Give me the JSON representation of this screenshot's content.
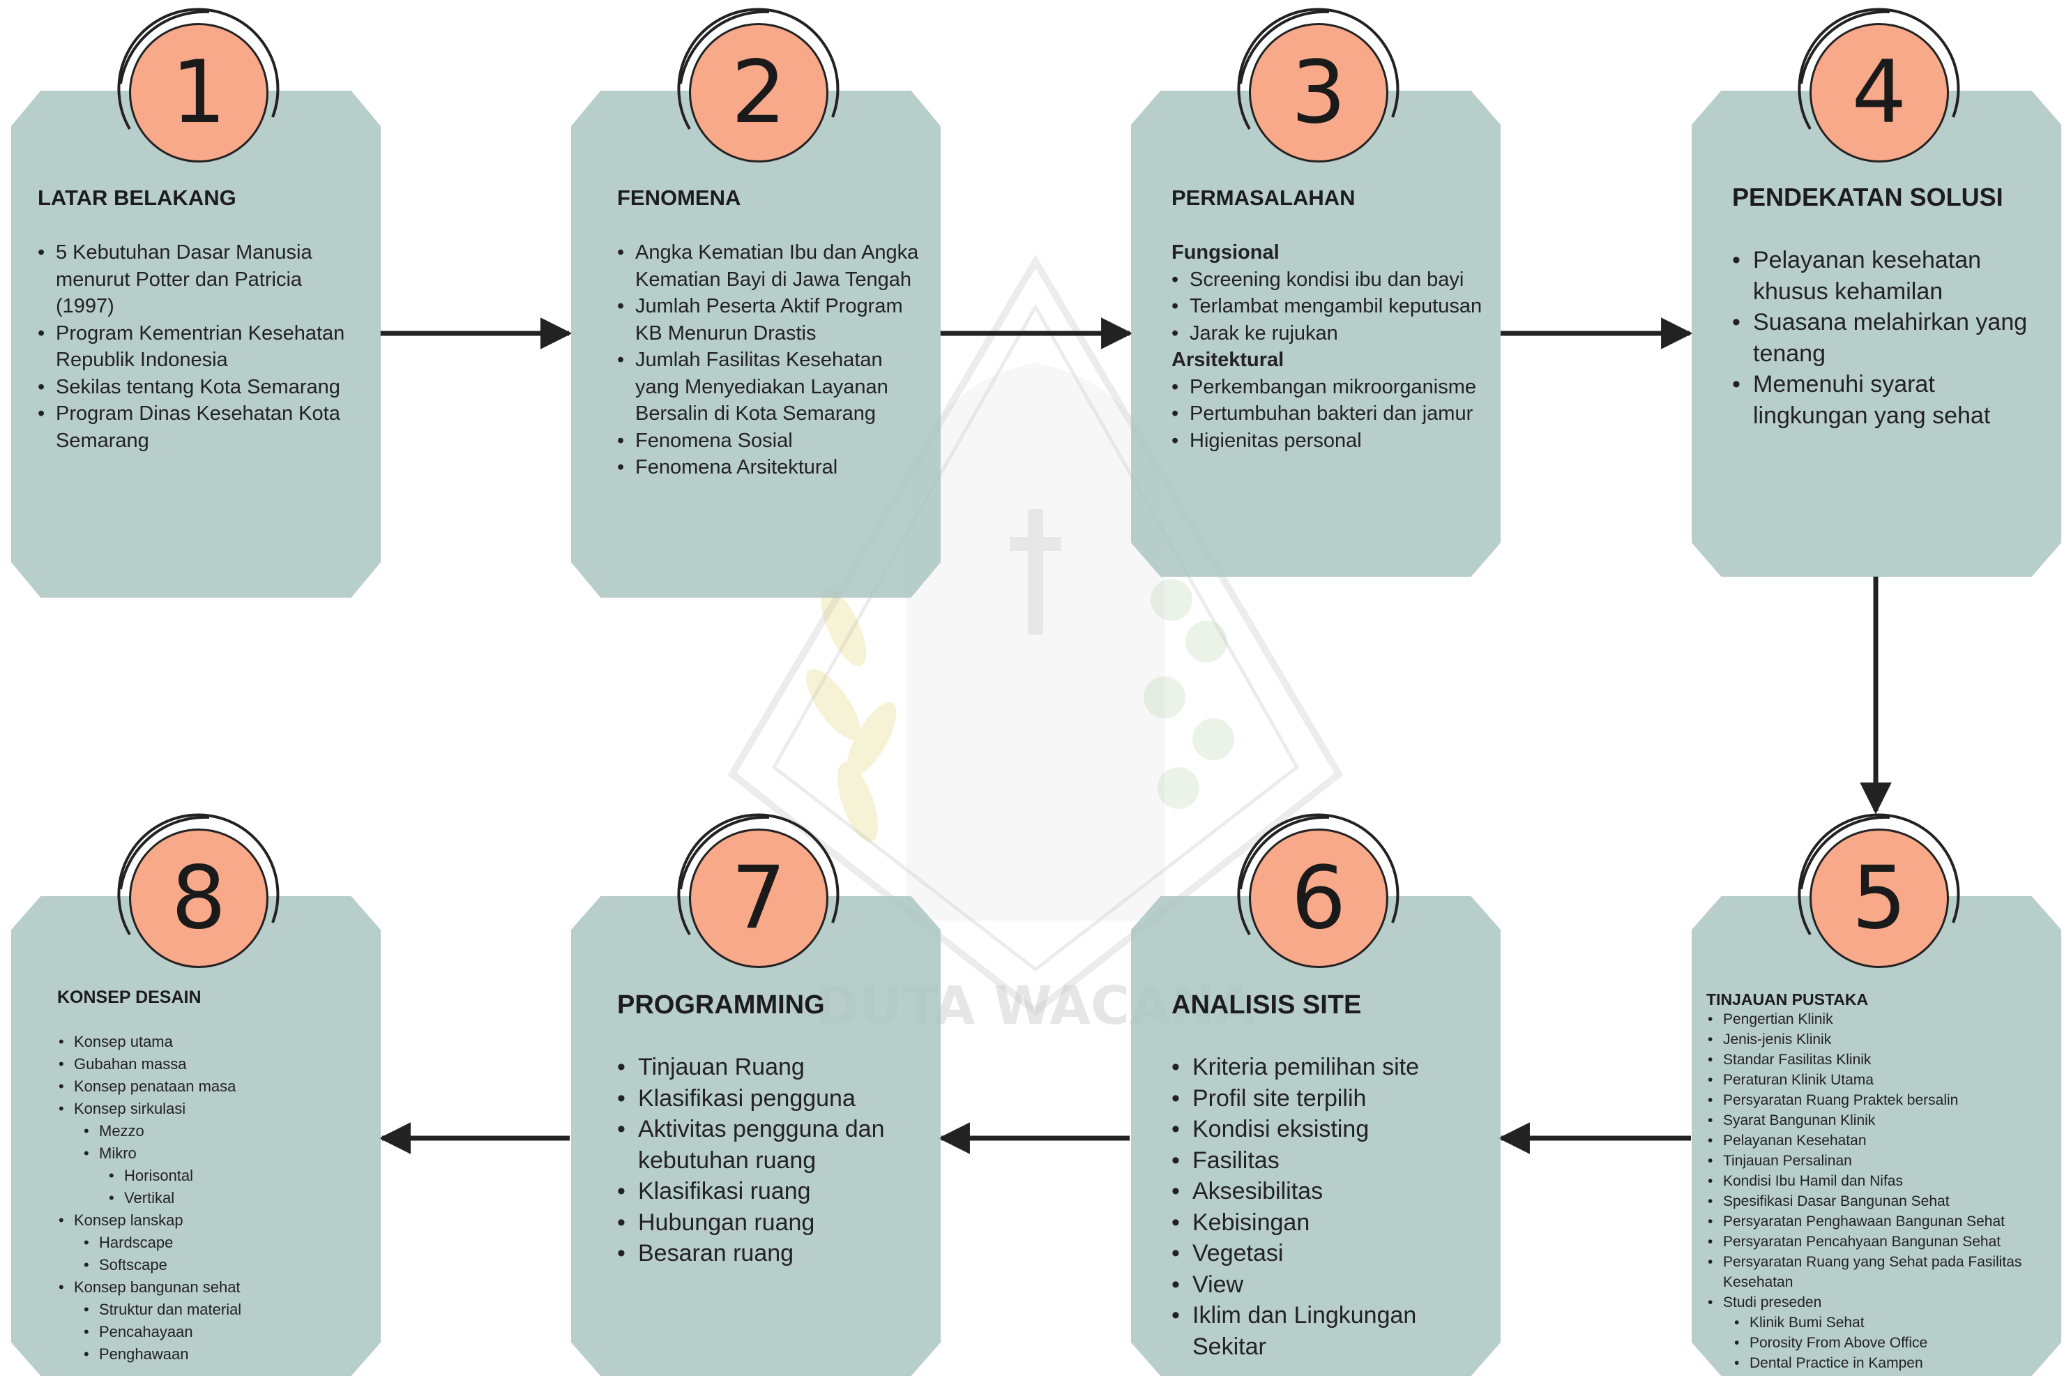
{
  "watermark": {
    "text": "DUTA WACANA"
  },
  "colors": {
    "box": "#a8c3be",
    "badge": "#f8a98a",
    "arrow": "#222222"
  },
  "steps": [
    {
      "number": "1",
      "title": "LATAR BELAKANG",
      "items": [
        "5 Kebutuhan Dasar Manusia menurut Potter dan Patricia (1997)",
        "Program Kementrian Kesehatan Republik Indonesia",
        "Sekilas tentang Kota Semarang",
        "Program Dinas Kesehatan Kota Semarang"
      ]
    },
    {
      "number": "2",
      "title": "FENOMENA",
      "items": [
        "Angka Kematian Ibu dan Angka Kematian Bayi di Jawa Tengah",
        "Jumlah Peserta Aktif Program KB Menurun Drastis",
        "Jumlah Fasilitas Kesehatan yang Menyediakan Layanan Bersalin di Kota Semarang",
        "Fenomena Sosial",
        "Fenomena Arsitektural"
      ]
    },
    {
      "number": "3",
      "title": "PERMASALAHAN",
      "groups": [
        {
          "heading": "Fungsional",
          "items": [
            "Screening kondisi ibu dan bayi",
            "Terlambat mengambil keputusan",
            "Jarak ke rujukan"
          ]
        },
        {
          "heading": "Arsitektural",
          "items": [
            "Perkembangan mikroorganisme",
            "Pertumbuhan bakteri dan jamur",
            "Higienitas personal"
          ]
        }
      ]
    },
    {
      "number": "4",
      "title": "PENDEKATAN SOLUSI",
      "items": [
        "Pelayanan kesehatan khusus kehamilan",
        "Suasana melahirkan yang tenang",
        "Memenuhi syarat lingkungan yang sehat"
      ]
    },
    {
      "number": "5",
      "title": "TINJAUAN PUSTAKA",
      "items": [
        "Pengertian Klinik",
        "Jenis-jenis Klinik",
        "Standar Fasilitas Klinik",
        "Peraturan Klinik Utama",
        "Persyaratan Ruang Praktek bersalin",
        "Syarat Bangunan Klinik",
        "Pelayanan Kesehatan",
        "Tinjauan Persalinan",
        "Kondisi Ibu Hamil dan Nifas",
        "Spesifikasi Dasar Bangunan Sehat",
        "Persyaratan Penghawaan Bangunan Sehat",
        "Persyaratan Pencahyaan Bangunan Sehat",
        "Persyaratan Ruang yang Sehat pada Fasilitas Kesehatan",
        "Studi preseden"
      ],
      "subitems": [
        "Klinik Bumi Sehat",
        "Porosity From Above Office",
        "Dental Practice in Kampen"
      ]
    },
    {
      "number": "6",
      "title": "ANALISIS SITE",
      "items": [
        "Kriteria pemilihan site",
        "Profil site terpilih",
        "Kondisi eksisting",
        "Fasilitas",
        "Aksesibilitas",
        "Kebisingan",
        "Vegetasi",
        "View",
        "Iklim dan Lingkungan Sekitar"
      ]
    },
    {
      "number": "7",
      "title": "PROGRAMMING",
      "items": [
        "Tinjauan Ruang",
        "Klasifikasi pengguna",
        "Aktivitas pengguna dan kebutuhan ruang",
        "Klasifikasi ruang",
        "Hubungan ruang",
        "Besaran ruang"
      ]
    },
    {
      "number": "8",
      "title": "KONSEP DESAIN",
      "tree": [
        {
          "text": "Konsep utama",
          "level": 1
        },
        {
          "text": "Gubahan massa",
          "level": 1
        },
        {
          "text": "Konsep penataan masa",
          "level": 1
        },
        {
          "text": "Konsep sirkulasi",
          "level": 1
        },
        {
          "text": "Mezzo",
          "level": 2
        },
        {
          "text": "Mikro",
          "level": 2
        },
        {
          "text": "Horisontal",
          "level": 3
        },
        {
          "text": "Vertikal",
          "level": 3
        },
        {
          "text": "Konsep lanskap",
          "level": 1
        },
        {
          "text": "Hardscape",
          "level": 2
        },
        {
          "text": "Softscape",
          "level": 2
        },
        {
          "text": "Konsep bangunan sehat",
          "level": 1
        },
        {
          "text": "Struktur dan material",
          "level": 2
        },
        {
          "text": "Pencahayaan",
          "level": 2
        },
        {
          "text": "Penghawaan",
          "level": 2
        }
      ]
    }
  ]
}
